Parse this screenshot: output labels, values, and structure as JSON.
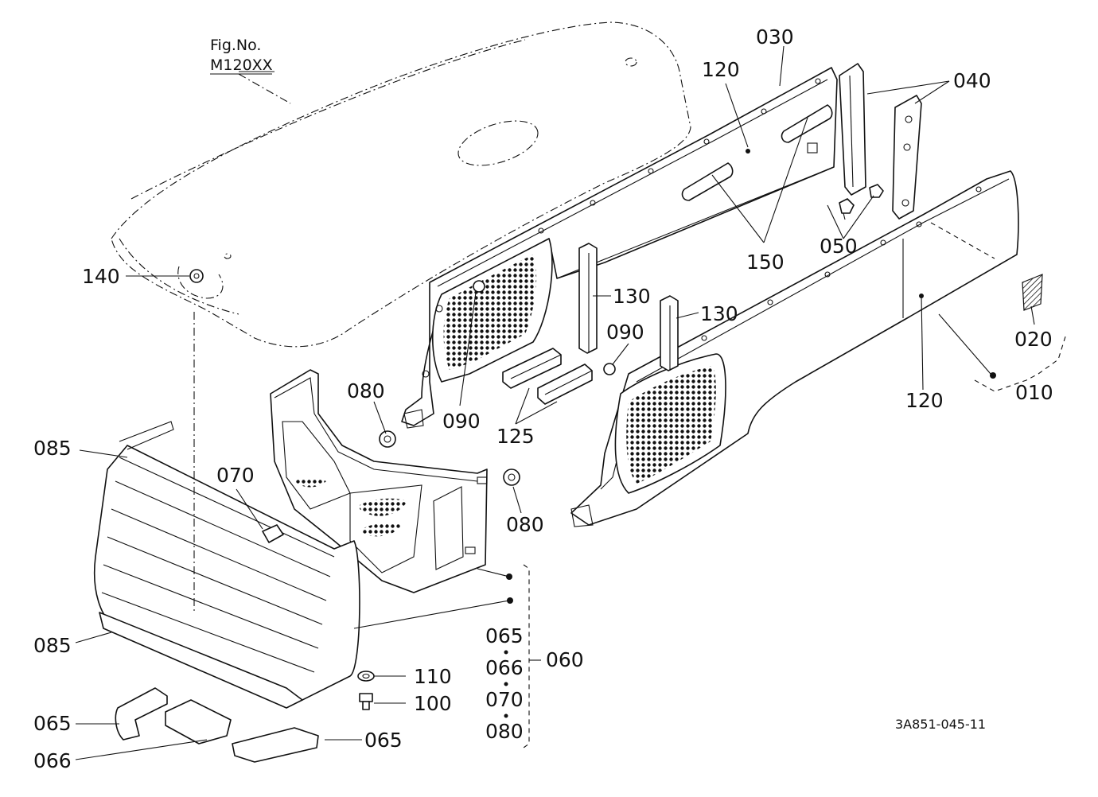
{
  "figure": {
    "fig_no_label": "Fig.No.",
    "fig_no_value": "M120XX",
    "drawing_code": "3A851-045-11"
  },
  "callouts": {
    "p010": "010",
    "p020": "020",
    "p030": "030",
    "p040": "040",
    "p050": "050",
    "p060": "060",
    "p065_stack": "065",
    "p066_stack": "066",
    "p070_stack": "070",
    "p080_stack": "080",
    "p065_left": "065",
    "p065_right": "065",
    "p066_left": "066",
    "p070": "070",
    "p080_upper": "080",
    "p080_lower": "080",
    "p085_upper": "085",
    "p085_lower": "085",
    "p090_left": "090",
    "p090_right": "090",
    "p100": "100",
    "p110": "110",
    "p120_top": "120",
    "p120_bottom": "120",
    "p125": "125",
    "p130_left": "130",
    "p130_right": "130",
    "p140": "140",
    "p150": "150"
  },
  "colors": {
    "line": "#111111",
    "background": "#ffffff"
  }
}
